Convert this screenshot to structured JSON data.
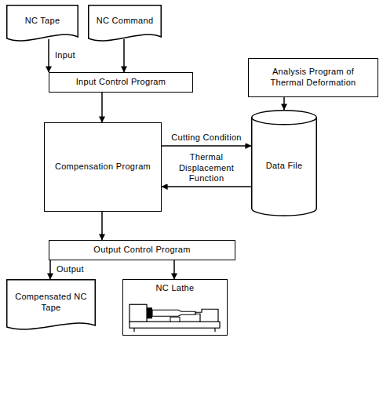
{
  "diagram": {
    "nodes": [
      {
        "text": [
          "NC Tape"
        ]
      },
      {
        "text": [
          "NC Command"
        ]
      },
      {
        "text": [
          "Input Control Program"
        ]
      },
      {
        "text": [
          "Analysis Program of Thermal Deformation"
        ]
      },
      {
        "text": [
          "Compensation Program"
        ]
      },
      {
        "text": [
          "Data File"
        ]
      },
      {
        "text": [
          "Output Control Program"
        ]
      },
      {
        "text": [
          "Compensated NC Tape"
        ]
      },
      {
        "text": [
          "NC Lathe"
        ]
      }
    ],
    "edges": [
      {
        "from": 0,
        "to": 2,
        "label": "Input",
        "arrow": "to"
      },
      {
        "from": 1,
        "to": 2,
        "arrow": "to"
      },
      {
        "from": 2,
        "to": 4,
        "arrow": "to"
      },
      {
        "from": 4,
        "to": 5,
        "label": "Cutting Condition",
        "arrow": "to"
      },
      {
        "from": 5,
        "to": 4,
        "label": "Thermal Displacement Function",
        "arrow": "to"
      },
      {
        "from": 3,
        "to": 5,
        "arrow": "to"
      },
      {
        "from": 4,
        "to": 6,
        "arrow": "to"
      },
      {
        "from": 6,
        "to": 7,
        "label": "Output",
        "arrow": "to"
      },
      {
        "from": 6,
        "to": 8,
        "arrow": "to"
      }
    ]
  }
}
